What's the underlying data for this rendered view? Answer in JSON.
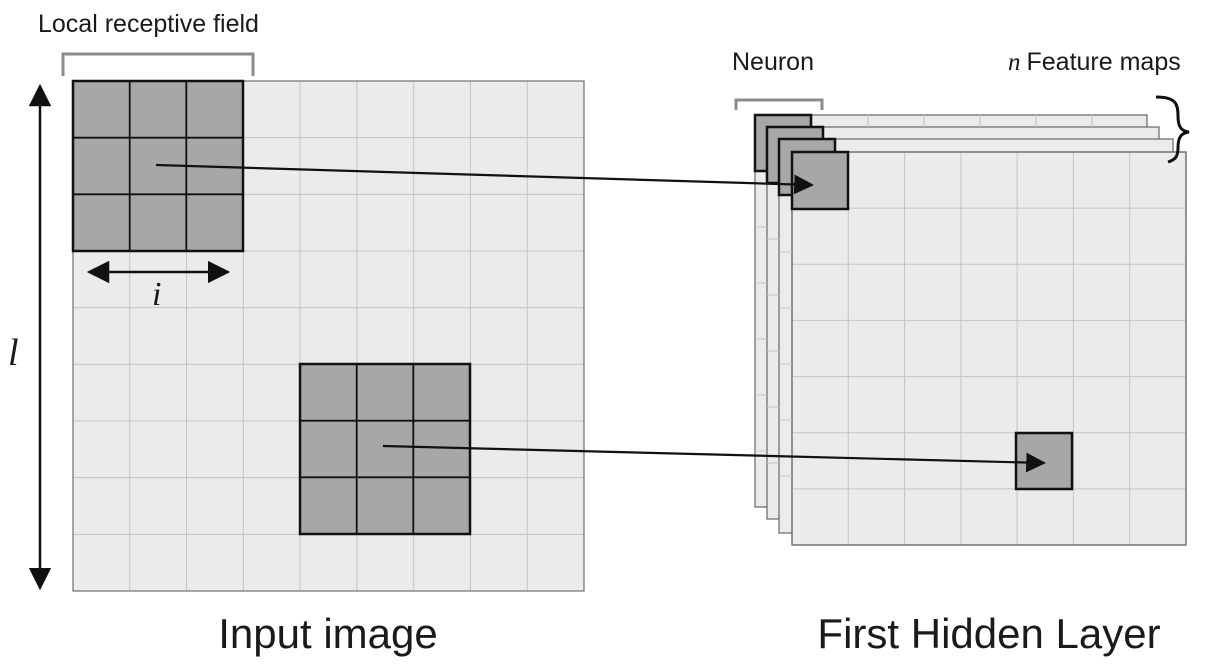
{
  "labels": {
    "local_receptive_field": "Local receptive field",
    "neuron": "Neuron",
    "n_symbol": "n",
    "feature_maps": "Feature maps",
    "width_symbol": "i",
    "height_symbol": "l",
    "input_image": "Input image",
    "first_hidden_layer": "First Hidden Layer"
  },
  "colors": {
    "grid_fill": "#ebebeb",
    "grid_line": "#c4c4c4",
    "patch_fill": "#a6a7a6",
    "stroke": "#111111",
    "bracket": "#8c8c8c"
  }
}
